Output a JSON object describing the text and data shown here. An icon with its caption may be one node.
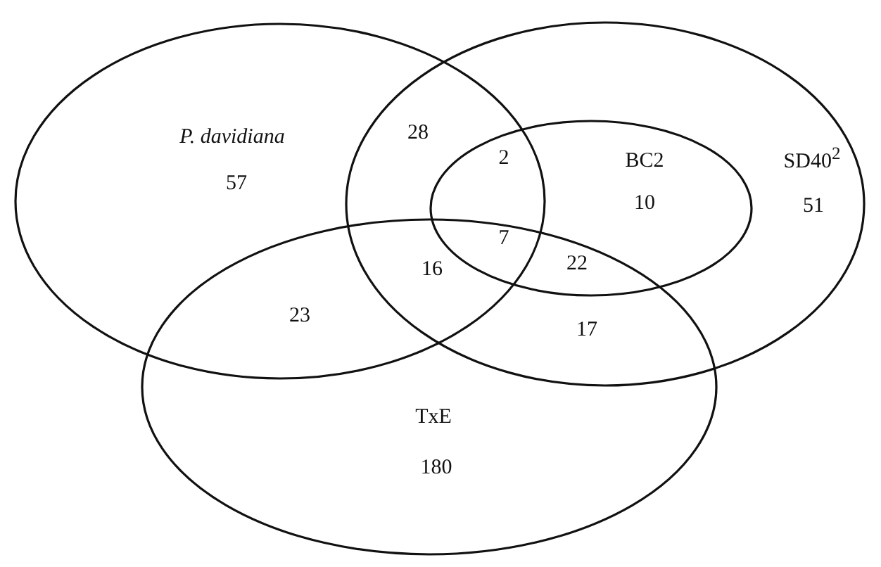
{
  "diagram": {
    "nodes": [
      {
        "text": [
          "P. davidiana",
          "57"
        ]
      },
      {
        "text": [
          "SD40$^{2}$",
          "51"
        ]
      },
      {
        "text": [
          "BC2",
          "10"
        ],
        "in": 1
      },
      {
        "text": [
          "TxE",
          "180"
        ]
      }
    ],
    "labels": [
      "28",
      "2",
      "7",
      "22",
      "16",
      "23",
      "17"
    ]
  }
}
